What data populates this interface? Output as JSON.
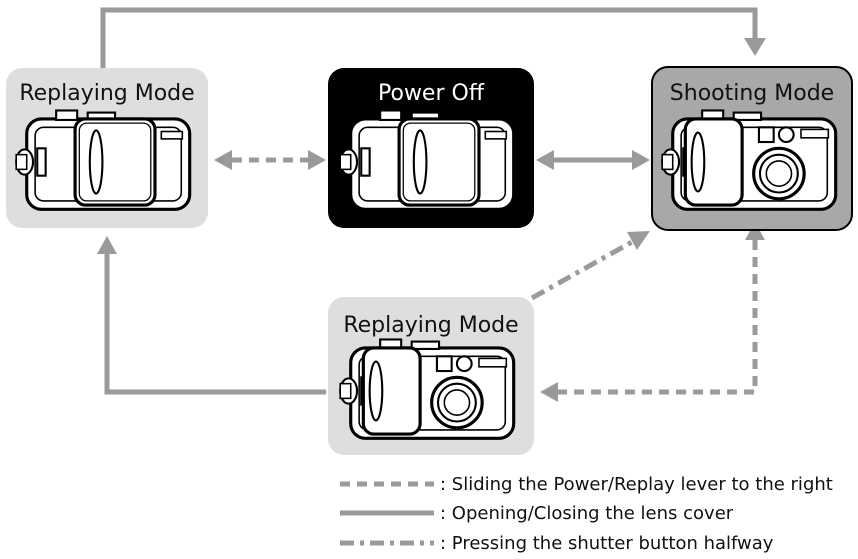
{
  "states": {
    "replay_left": {
      "label": "Replaying Mode"
    },
    "power_off": {
      "label": "Power Off"
    },
    "shooting": {
      "label": "Shooting Mode"
    },
    "replay_bottom": {
      "label": "Replaying Mode"
    }
  },
  "legend": {
    "dashed": "Sliding the Power/Replay lever to the right",
    "solid": "Opening/Closing the lens cover",
    "dashdot": "Pressing the shutter button halfway"
  },
  "colors": {
    "arrow": "#9a9a9a",
    "light_box": "#dedede",
    "shooting_box": "#a8a8a8",
    "power_box": "#000000"
  }
}
